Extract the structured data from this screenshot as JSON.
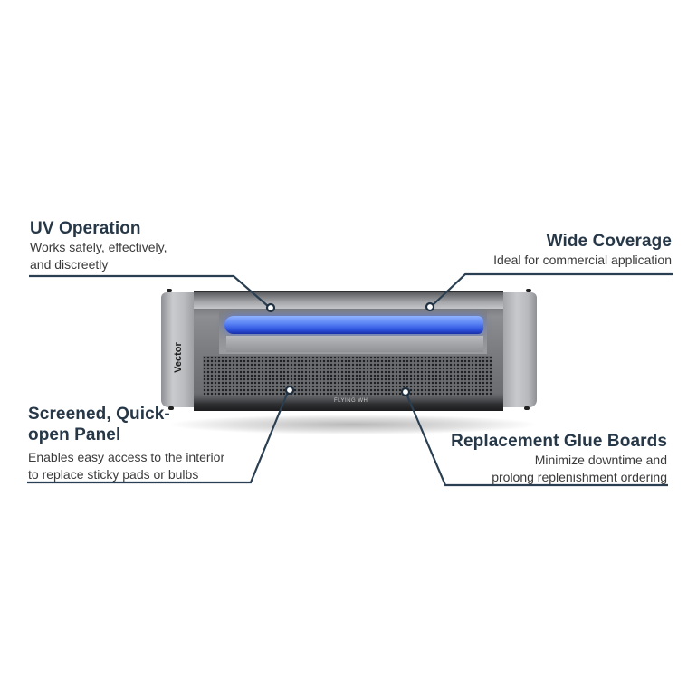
{
  "callouts": {
    "uv_operation": {
      "title": "UV Operation",
      "line1": "Works safely, effectively,",
      "line2": "and discreetly"
    },
    "wide_coverage": {
      "title": "Wide Coverage",
      "line1": "Ideal for commercial application"
    },
    "screened_panel": {
      "title_line1": "Screened, Quick-",
      "title_line2": "open Panel",
      "line1": "Enables easy access to the interior",
      "line2": "to replace sticky pads or bulbs"
    },
    "glue_boards": {
      "title": "Replacement Glue Boards",
      "line1": "Minimize downtime and",
      "line2": "prolong replenishment ordering"
    }
  },
  "product": {
    "brand": "Vector",
    "rail_label": "FLYING WH"
  },
  "colors": {
    "heading": "#263747",
    "body_text": "#3a3a3a",
    "leader_line": "#2b3f52",
    "uv_glow": "#3f6cf0"
  }
}
